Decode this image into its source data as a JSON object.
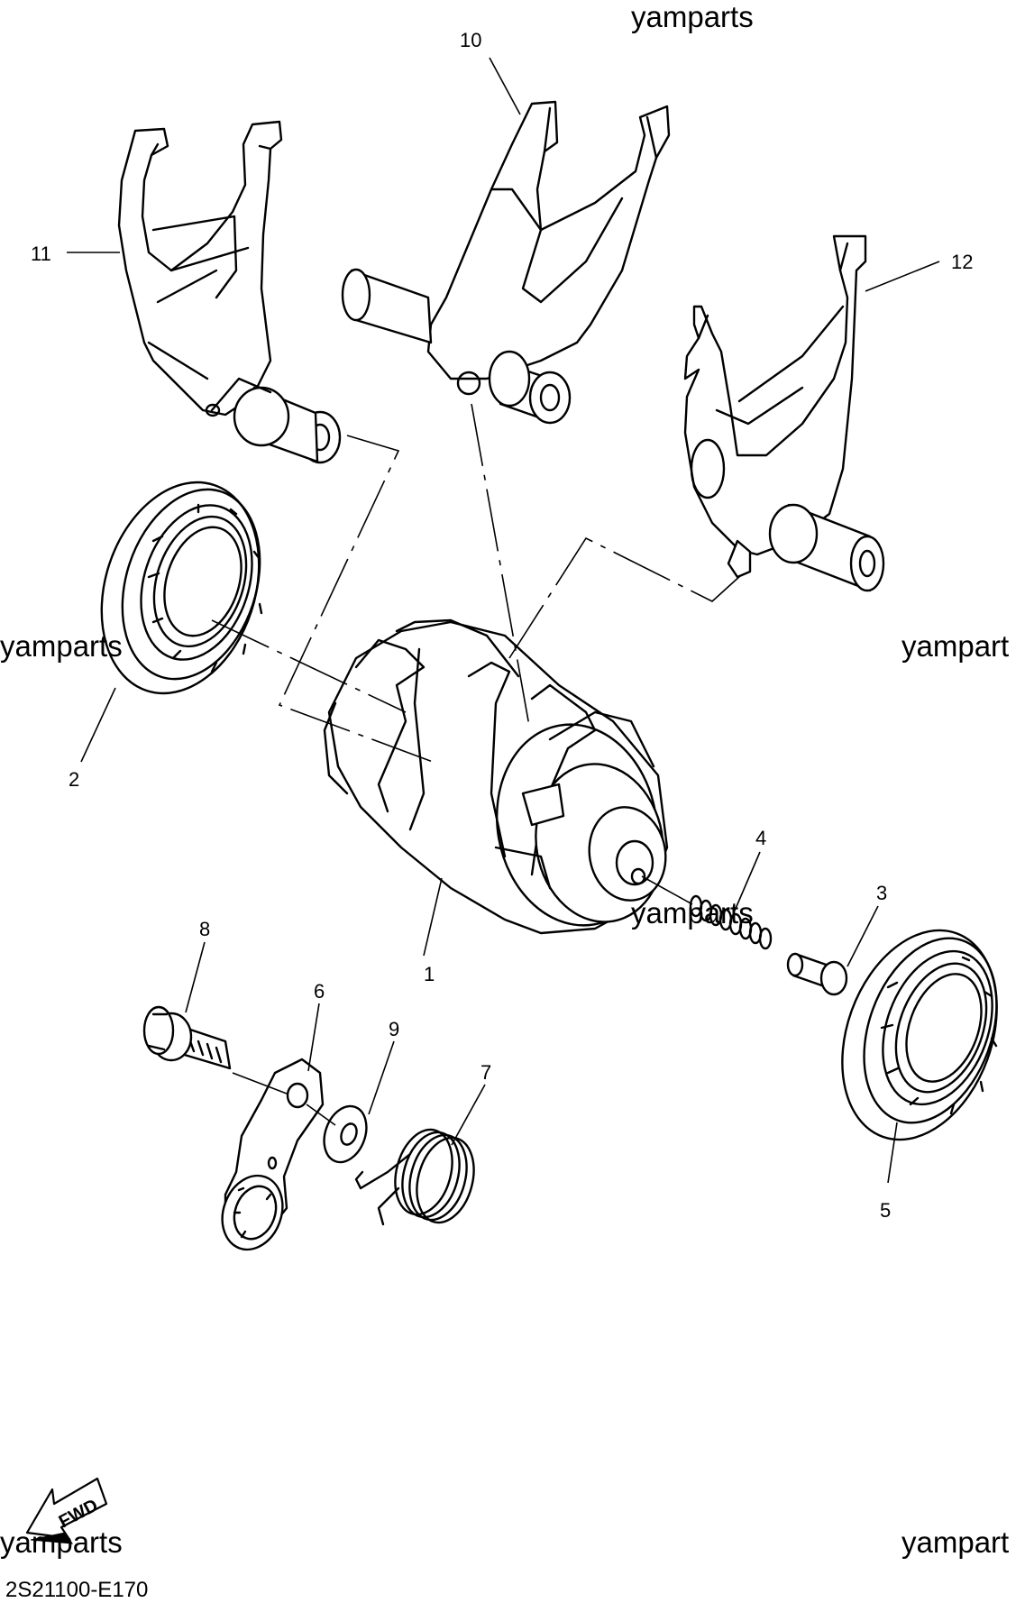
{
  "watermarks": {
    "top": "yamparts",
    "mid_left": "yamparts",
    "mid_right": "yampart",
    "center": "yamparts",
    "bottom_left": "yamparts",
    "bottom_right": "yampart"
  },
  "callouts": {
    "c1": "1",
    "c2": "2",
    "c3": "3",
    "c4": "4",
    "c5": "5",
    "c6": "6",
    "c7": "7",
    "c8": "8",
    "c9": "9",
    "c10": "10",
    "c11": "11",
    "c12": "12"
  },
  "fwd_label": "FWD",
  "diagram_code": "2S21100-E170"
}
